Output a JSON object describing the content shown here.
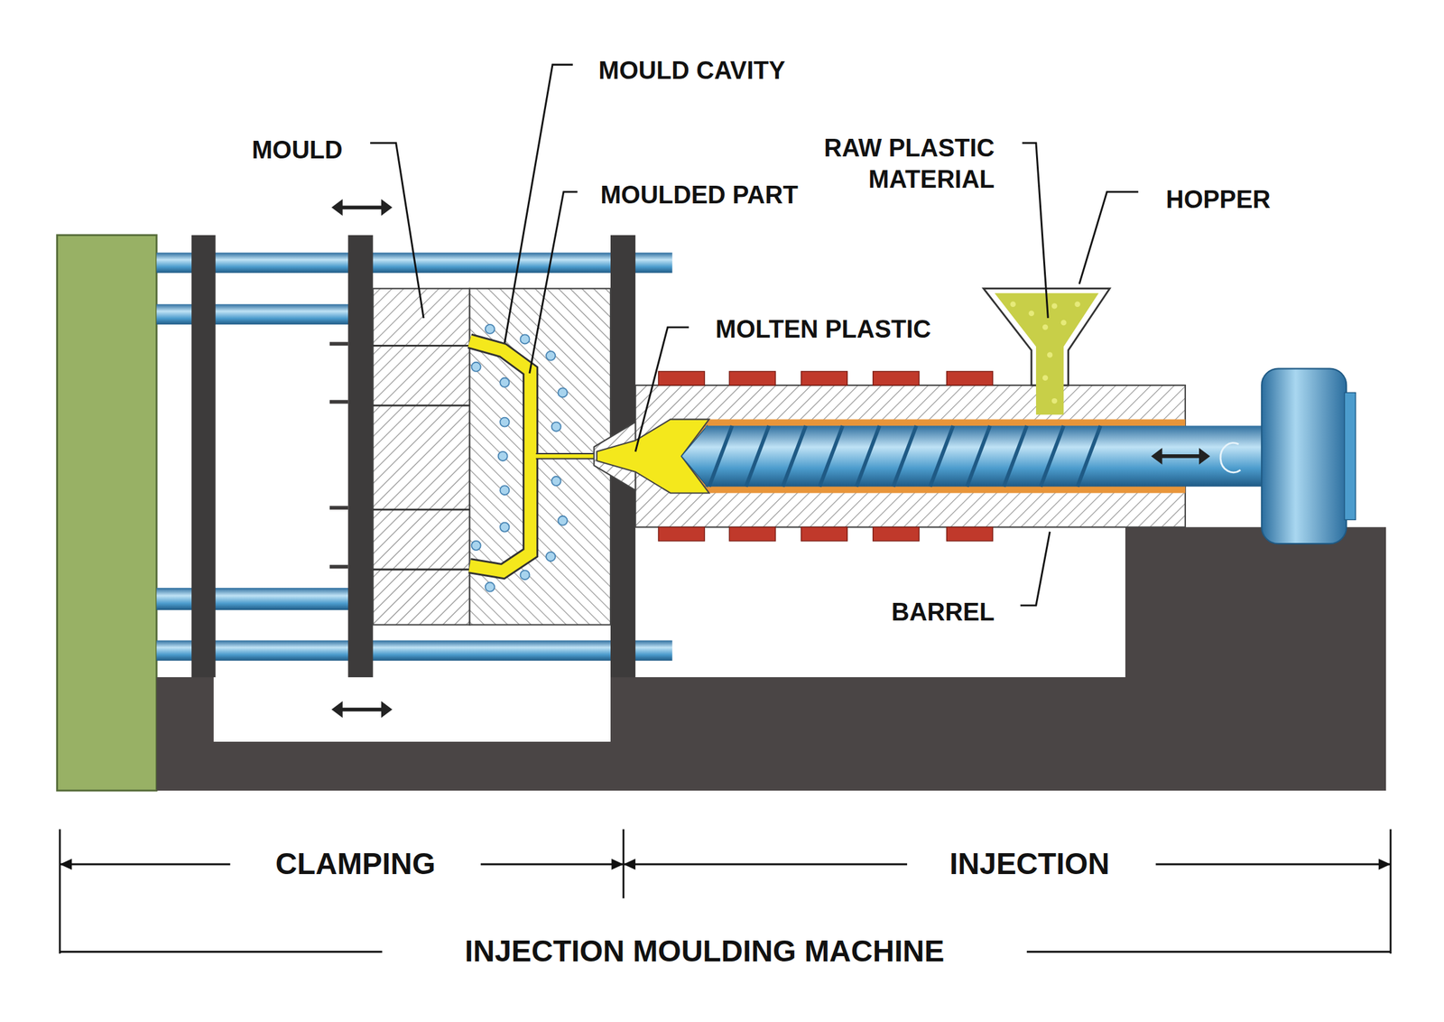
{
  "diagram": {
    "labels": [
      "MOULD CAVITY",
      "MOULD",
      "RAW PLASTIC MATERIAL",
      "HOPPER",
      "MOULDED PART",
      "MOLTEN PLASTIC",
      "BARREL",
      "CLAMPING",
      "INJECTION",
      "INJECTION MOULDING MACHINE"
    ]
  }
}
